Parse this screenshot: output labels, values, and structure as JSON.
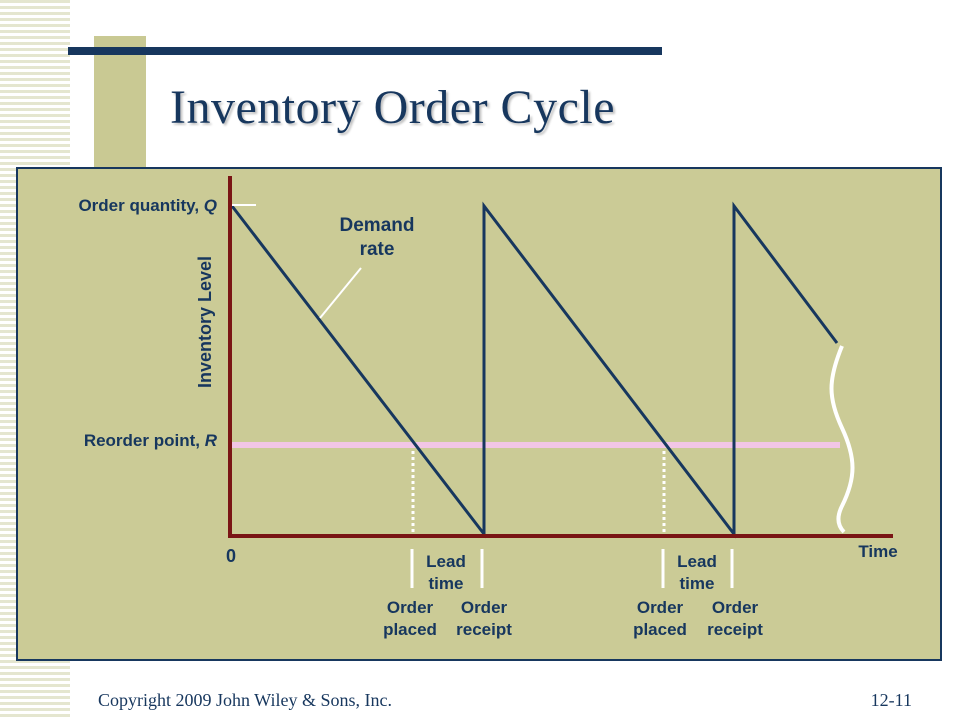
{
  "slide": {
    "title": "Inventory Order Cycle",
    "copyright": "Copyright 2009 John Wiley & Sons, Inc.",
    "slide_number": "12-11"
  },
  "diagram": {
    "y_axis_label": "Inventory Level",
    "x_axis_label": "Time",
    "origin_label": "0",
    "order_quantity_label": "Order quantity, ",
    "order_quantity_symbol": "Q",
    "reorder_point_label": "Reorder point, ",
    "reorder_point_symbol": "R",
    "demand_rate_line1": "Demand",
    "demand_rate_line2": "rate",
    "lead_time_line1": "Lead",
    "lead_time_line2": "time",
    "order_label": "Order",
    "placed_label": "placed",
    "receipt_label": "receipt",
    "colors": {
      "axis": "#7a1515",
      "sawtooth": "#17375e",
      "reorder_line": "#f2c6e6",
      "panel": "#cbcb96",
      "text": "#17375e"
    }
  }
}
